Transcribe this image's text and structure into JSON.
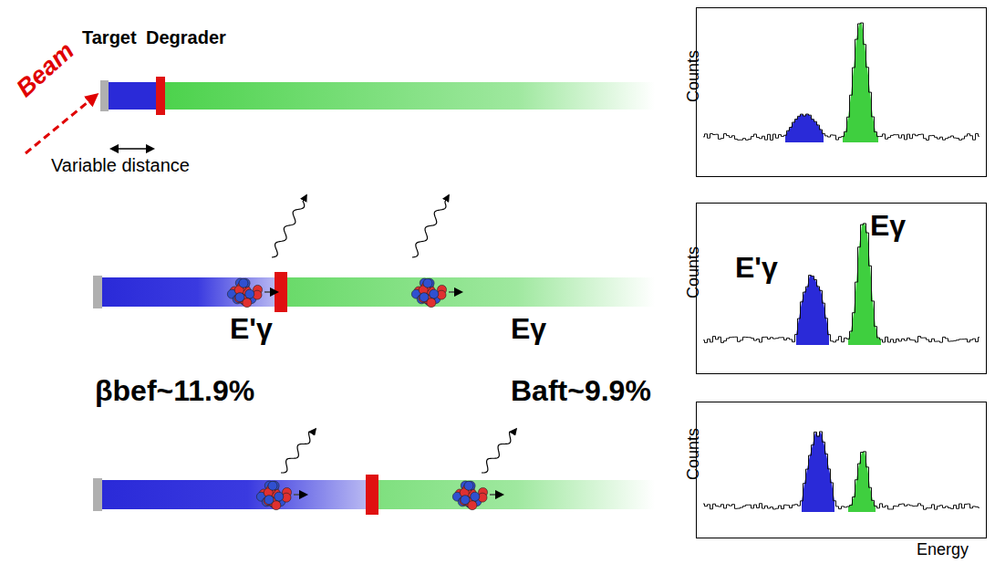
{
  "diagram": {
    "nodes": [
      {
        "text": [
          "Counts"
        ]
      },
      {
        "text": [
          "Counts",
          "E'γ",
          "Eγ"
        ]
      },
      {
        "text": [
          "Counts"
        ]
      }
    ],
    "labels": [
      "Target",
      "Degrader",
      "Beam",
      "Variable distance",
      "E'γ",
      "Eγ",
      "βbef~11.9%",
      "Baft~9.9%",
      "Energy"
    ]
  }
}
